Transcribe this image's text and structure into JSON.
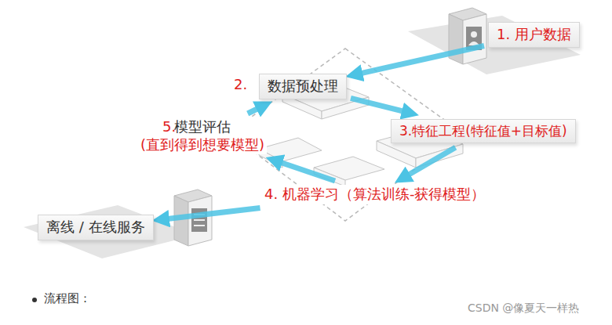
{
  "diagram": {
    "nodes": [
      {
        "text": [
          "1. 用户数据"
        ]
      },
      {
        "text": [
          "数据预处理"
        ]
      },
      {
        "text": [
          "3.特征工程(特征值+目标值)"
        ]
      },
      {
        "text": [
          "4. 机器学习",
          "（算法训练-获得模型）"
        ]
      },
      {
        "text": [
          "模型评估",
          "(直到得到想要模型)"
        ]
      },
      {
        "text": [
          "离线 / 在线服务"
        ]
      }
    ],
    "edges": [
      {
        "from": 0,
        "to": 1,
        "arrow": "to"
      },
      {
        "from": 1,
        "to": 2,
        "arrow": "to"
      },
      {
        "from": 2,
        "to": 3,
        "arrow": "to"
      },
      {
        "from": 3,
        "to": 4,
        "arrow": "to"
      },
      {
        "from": 4,
        "to": 1,
        "arrow": "to"
      },
      {
        "from": 3,
        "to": 5,
        "arrow": "to"
      }
    ],
    "labels": [
      "2.",
      "5.",
      "流程图：",
      "CSDN @像夏天一样热"
    ]
  }
}
